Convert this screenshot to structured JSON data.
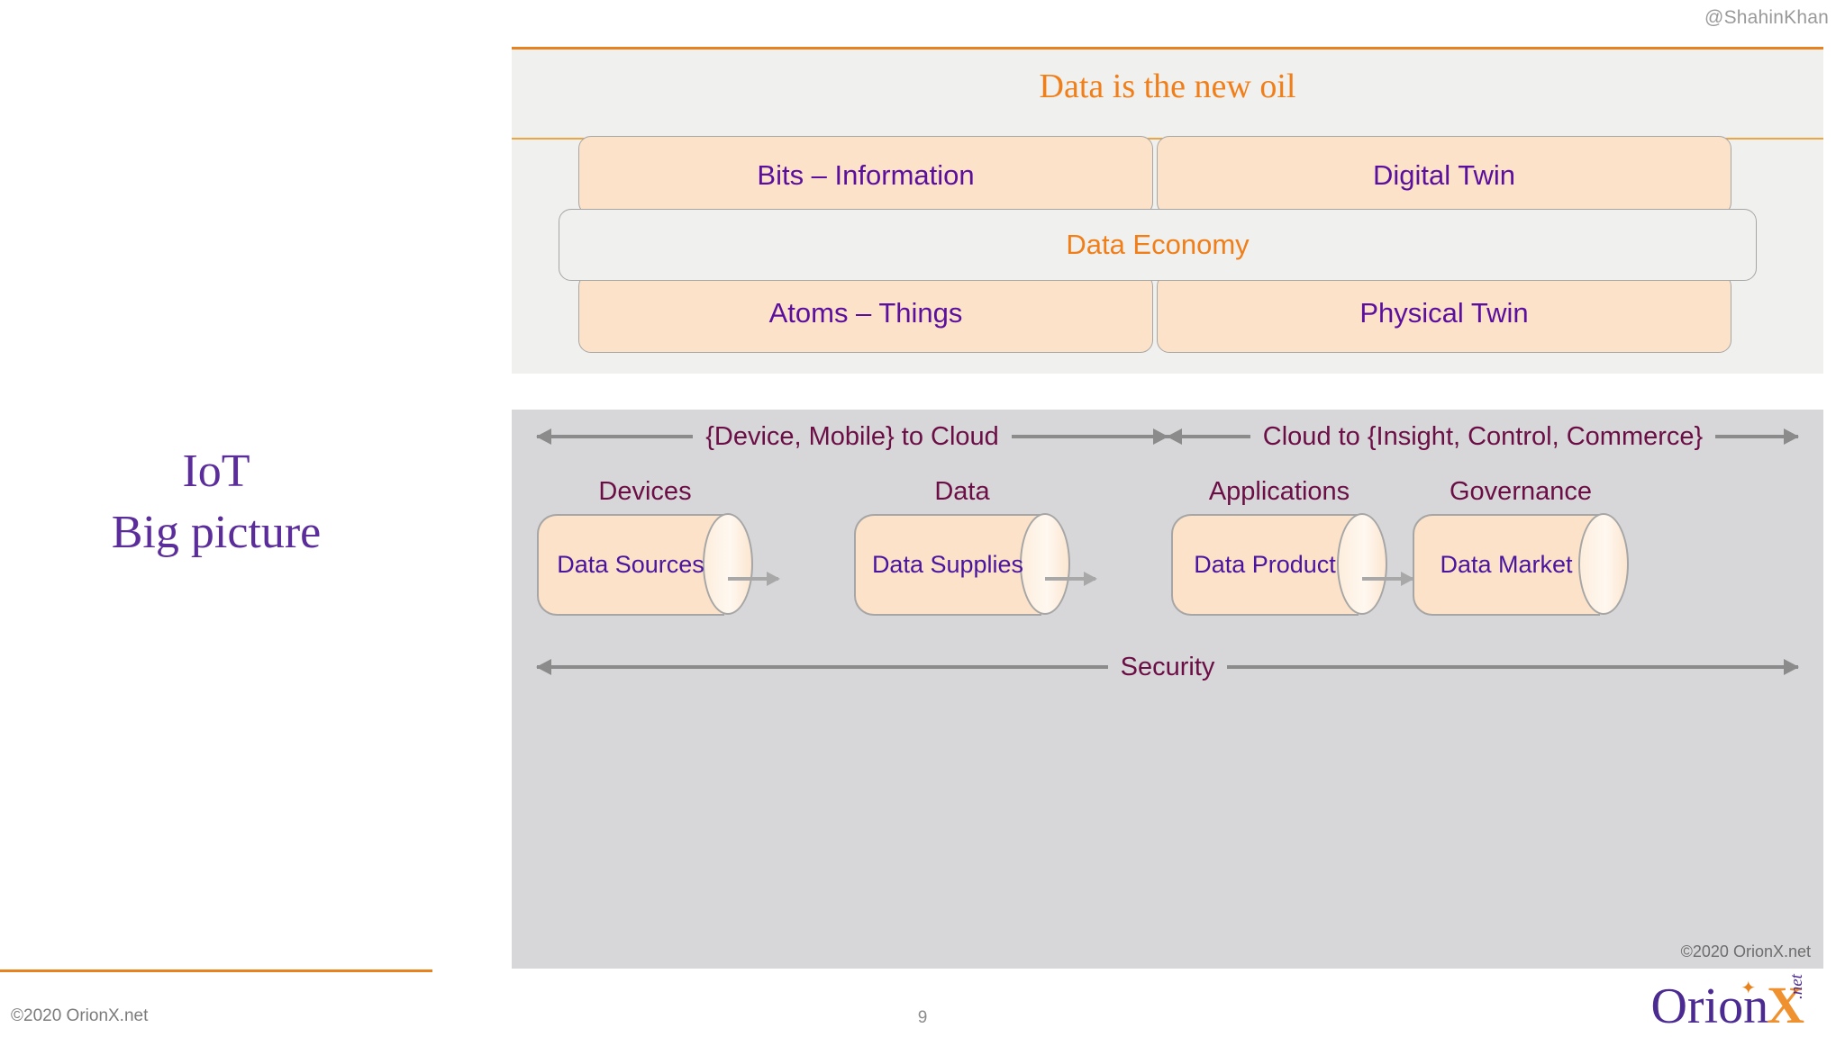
{
  "slide": {
    "handle": "@ShahinKhan",
    "page_number": "9",
    "footer_copyright": "©2020 OrionX.net",
    "panel_copyright": "©2020 OrionX.net",
    "logo": {
      "word": "Orion",
      "x": "X",
      "tld": ".net",
      "star": "✦"
    },
    "colors": {
      "orange": "#e8821e",
      "orange_text": "#f07f1a",
      "purple": "#5b0f9e",
      "maroon": "#6b0e45",
      "box_fill": "#fbe2c8",
      "panel_light": "#f0f0ef",
      "panel_gray": "#d7d7d9",
      "arrow_gray": "#8b8b8b"
    }
  },
  "left_title": {
    "line1": "IoT",
    "line2": "Big picture"
  },
  "top_panel": {
    "title": "Data is the new oil",
    "boxes": [
      {
        "key": "bits",
        "label": "Bits – Information"
      },
      {
        "key": "dtwin",
        "label": "Digital Twin"
      },
      {
        "key": "atoms",
        "label": "Atoms – Things"
      },
      {
        "key": "ptwin",
        "label": "Physical Twin"
      }
    ],
    "overlay_label": "Data Economy"
  },
  "bottom_panel": {
    "flow_left": "{Device, Mobile}  to Cloud",
    "flow_right": "Cloud to {Insight, Control, Commerce}",
    "security": "Security",
    "stages": [
      {
        "caption": "Devices",
        "label": "Data Sources"
      },
      {
        "caption": "Data",
        "label": "Data Supplies"
      },
      {
        "caption": "Applications",
        "label": "Data Product"
      },
      {
        "caption": "Governance",
        "label": "Data Market"
      }
    ]
  }
}
